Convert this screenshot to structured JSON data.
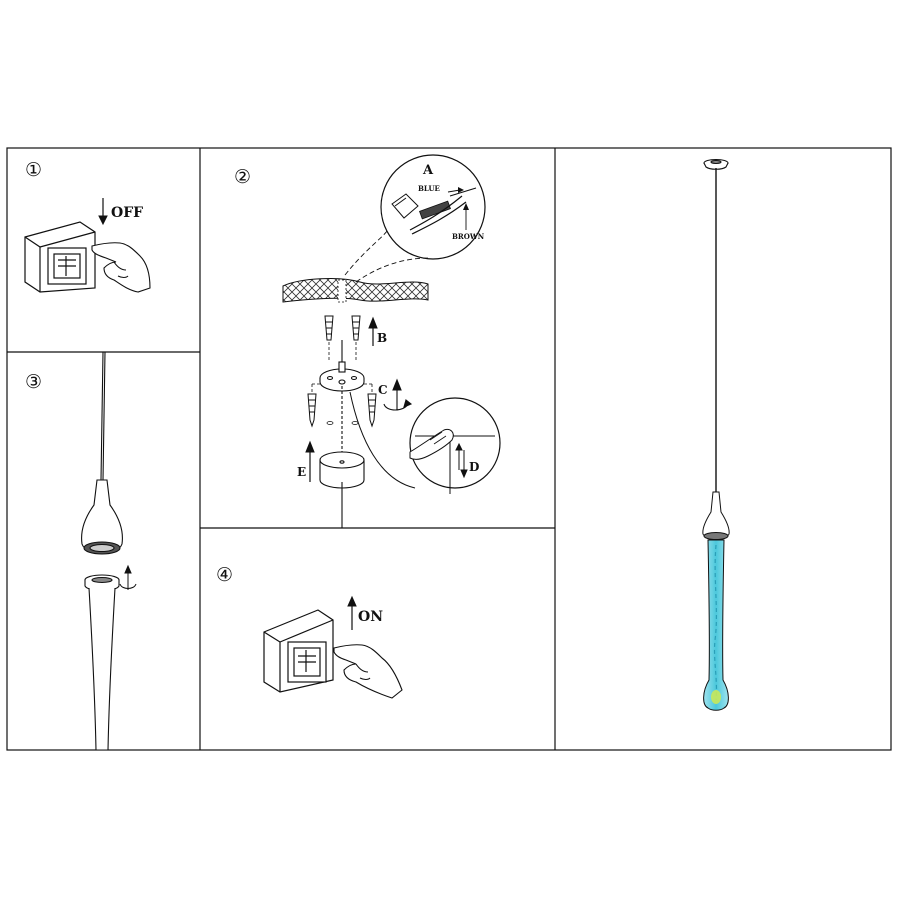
{
  "steps": {
    "step1": {
      "number": "①",
      "label": "OFF"
    },
    "step2": {
      "number": "②",
      "detail": "A",
      "wire_blue": "BLUE",
      "wire_brown": "BROWN",
      "arrow_b": "B",
      "arrow_c": "C",
      "arrow_d": "D",
      "arrow_e": "E"
    },
    "step3": {
      "number": "③"
    },
    "step4": {
      "number": "④",
      "label": "ON"
    }
  },
  "colors": {
    "line": "#111111",
    "glass": "#5fd0e0",
    "glass_tip": "#c8e85a"
  }
}
